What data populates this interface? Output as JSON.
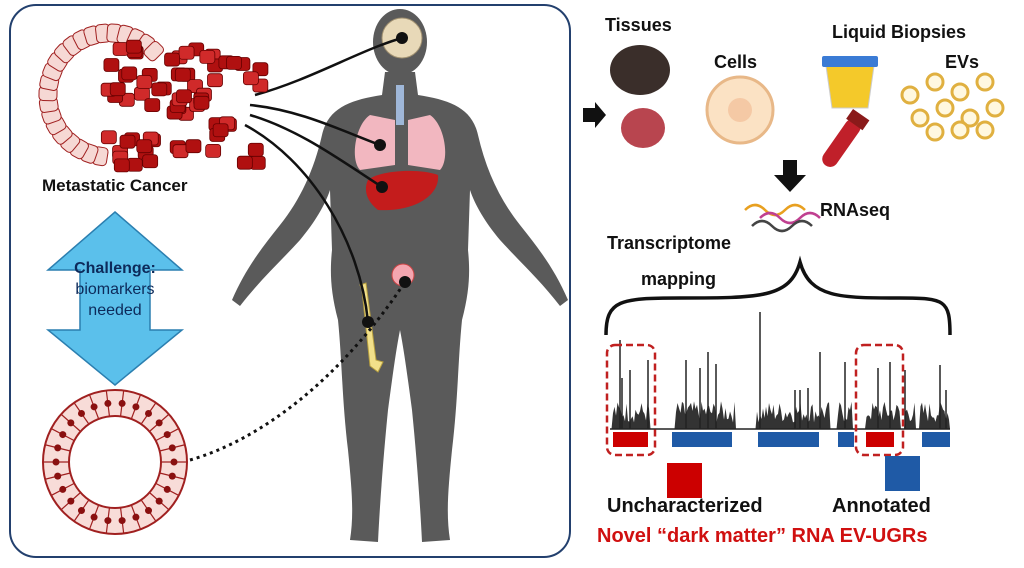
{
  "left_panel": {
    "cancer_label": "Metastatic Cancer",
    "challenge": {
      "line1": "Challenge:",
      "line2": "biomarkers",
      "line3": "needed"
    }
  },
  "right_panel": {
    "sources": {
      "tissues": "Tissues",
      "cells": "Cells",
      "liquid_biopsies": "Liquid Biopsies",
      "evs": "EVs"
    },
    "method": "RNAseq",
    "mapping": {
      "line1": "Transcriptome",
      "line2": "mapping"
    },
    "legend": {
      "uncharacterized": "Uncharacterized",
      "annotated": "Annotated"
    },
    "conclusion": "Novel “dark matter” RNA EV-UGRs"
  },
  "colors": {
    "uncharacterized": "#cc0000",
    "annotated": "#1f5aa6",
    "frame": "#23406e",
    "arrow_blue": "#5bc0eb",
    "cancer": "#b01010"
  }
}
